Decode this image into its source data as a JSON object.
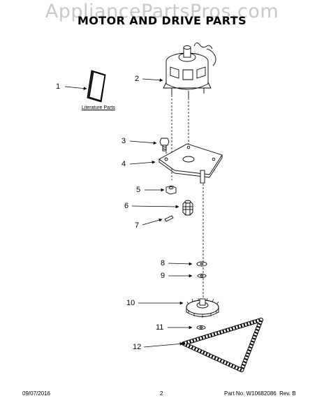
{
  "header": {
    "watermark": "AppliancePartsPros.com",
    "title": "MOTOR AND DRIVE PARTS"
  },
  "callouts": [
    {
      "number": "1"
    },
    {
      "number": "2"
    },
    {
      "number": "3"
    },
    {
      "number": "4"
    },
    {
      "number": "5"
    },
    {
      "number": "6"
    },
    {
      "number": "7"
    },
    {
      "number": "8"
    },
    {
      "number": "9"
    },
    {
      "number": "10"
    },
    {
      "number": "11"
    },
    {
      "number": "12"
    }
  ],
  "literature_label": "Literature Parts",
  "footer": {
    "date": "09/07/2016",
    "page": "2",
    "part_number": "Part No. W10682086  Rev. B"
  }
}
